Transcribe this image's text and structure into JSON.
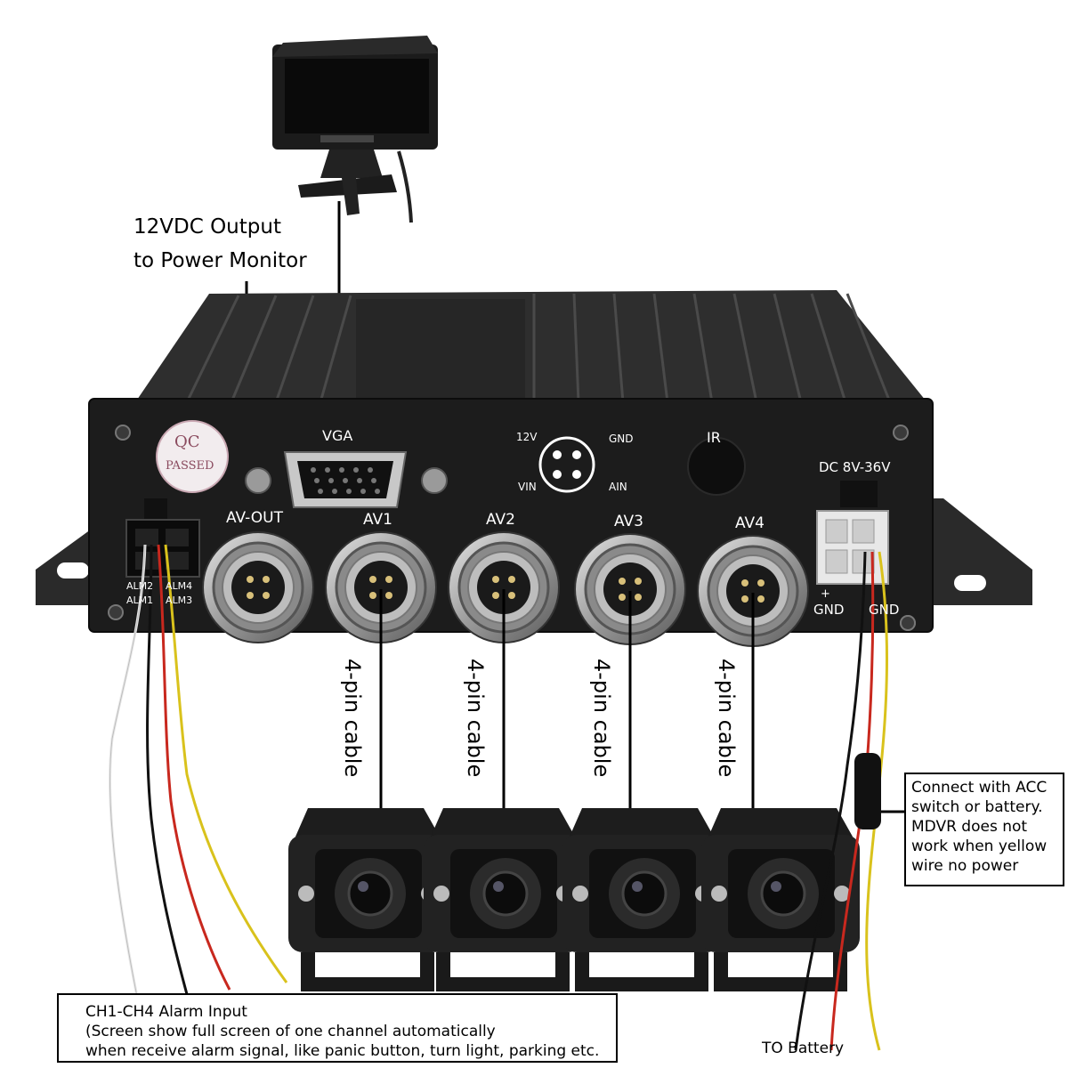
{
  "labels": {
    "monitor_power_line1": "12VDC Output",
    "monitor_power_line2": "to Power Monitor",
    "qc_line1": "QC",
    "qc_line2": "PASSED",
    "vga": "VGA",
    "pin_12v": "12V",
    "pin_gnd": "GND",
    "pin_vin": "VIN",
    "pin_ain": "AIN",
    "ir": "IR",
    "dc_input": "DC 8V-36V",
    "av_out": "AV-OUT",
    "av1": "AV1",
    "av2": "AV2",
    "av3": "AV3",
    "av4": "AV4",
    "alm2": "ALM2",
    "alm4": "ALM4",
    "alm1": "ALM1",
    "alm3": "ALM3",
    "plus": "+",
    "gnd_left": "GND",
    "gnd_right": "GND",
    "cable_av1": "4-pin cable",
    "cable_av2": "4-pin cable",
    "cable_av3": "4-pin cable",
    "cable_av4": "4-pin cable",
    "to_battery": "TO Battery"
  },
  "acc_note": [
    "Connect with ACC",
    "switch or battery.",
    "MDVR does not",
    "work when yellow",
    "wire no power"
  ],
  "alarm_note": [
    "CH1-CH4 Alarm Input",
    "(Screen show full screen of one channel automatically",
    "when receive alarm signal, like panic button, turn light, parking etc."
  ],
  "colors": {
    "device_body": "#1c1c1c",
    "wire_red": "#c8281e",
    "wire_yellow": "#d9c21c",
    "wire_black": "#111111",
    "wire_white": "#e8e8e8"
  }
}
